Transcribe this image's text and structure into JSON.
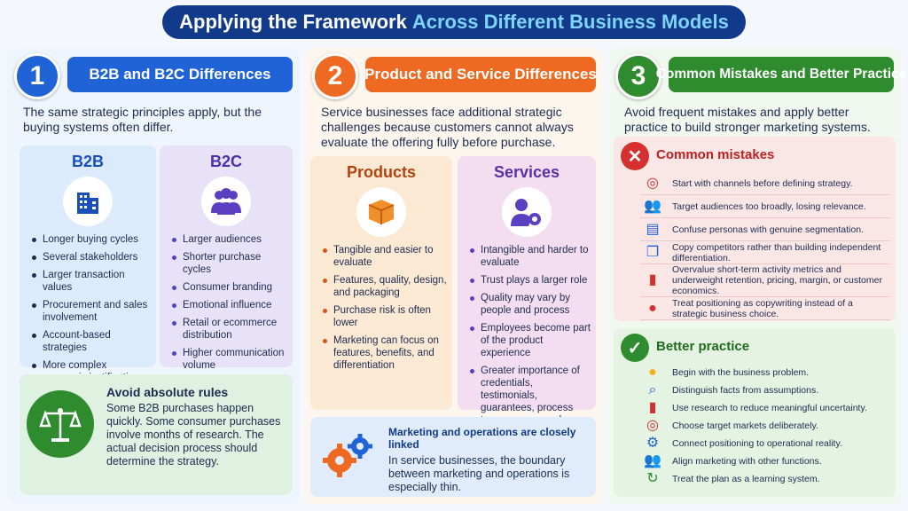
{
  "title": {
    "part1": "Applying the Framework",
    "part2": "Across Different Business Models"
  },
  "colors": {
    "navy": "#123a8a",
    "blue": "#1f63d6",
    "orange": "#ee6a22",
    "green": "#2e8b2e",
    "red": "#d62f2f"
  },
  "section1": {
    "number": "1",
    "header": "B2B and B2C Differences",
    "intro": "The same strategic principles apply, but the buying systems often differ.",
    "b2b": {
      "title": "B2B",
      "icon": "office-building-icon",
      "items": [
        "Longer buying cycles",
        "Several stakeholders",
        "Larger transaction values",
        "Procurement and sales involvement",
        "Account-based strategies",
        "More complex economic justification"
      ]
    },
    "b2c": {
      "title": "B2C",
      "icon": "people-group-icon",
      "items": [
        "Larger audiences",
        "Shorter purchase cycles",
        "Consumer branding",
        "Emotional influence",
        "Retail or ecommerce distribution",
        "Higher communication volume"
      ]
    },
    "callout": {
      "icon": "scales-icon",
      "title": "Avoid absolute rules",
      "text": "Some B2B purchases happen quickly. Some consumer purchases involve months of research. The actual decision process should determine the strategy."
    }
  },
  "section2": {
    "number": "2",
    "header": "Product and Service Differences",
    "intro": "Service businesses face additional strategic challenges because customers cannot always evaluate the offering fully before purchase.",
    "products": {
      "title": "Products",
      "icon": "box-icon",
      "items": [
        "Tangible and easier to evaluate",
        "Features, quality, design, and packaging",
        "Purchase risk is often lower",
        "Marketing can focus on features, benefits, and differentiation"
      ]
    },
    "services": {
      "title": "Services",
      "icon": "person-gear-icon",
      "items": [
        "Intangible and harder to evaluate",
        "Trust plays a larger role",
        "Quality may vary by people and process",
        "Employees become part of the product experience",
        "Greater importance of credentials, testimonials, guarantees, process transparency, and physical evidence"
      ]
    },
    "callout": {
      "icon": "gears-icon",
      "title": "Marketing and operations are closely linked",
      "text": "In service businesses, the boundary between marketing and operations is especially thin."
    }
  },
  "section3": {
    "number": "3",
    "header": "Common Mistakes and Better Practice",
    "intro": "Avoid frequent mistakes and apply better practice to build stronger marketing systems.",
    "mistakes": {
      "title": "Common mistakes",
      "icon": "x-circle-icon",
      "items": [
        {
          "icon": "target-icon",
          "text": "Start with channels before defining strategy."
        },
        {
          "icon": "people-icon",
          "text": "Target audiences too broadly, losing relevance."
        },
        {
          "icon": "id-card-icon",
          "text": "Confuse personas with genuine segmentation."
        },
        {
          "icon": "copy-icon",
          "text": "Copy competitors rather than building independent differentiation."
        },
        {
          "icon": "bar-chart-icon",
          "text": "Overvalue short-term activity metrics and underweight retention, pricing, margin, or customer economics."
        },
        {
          "icon": "speech-bubble-icon",
          "text": "Treat positioning as copywriting instead of a strategic business choice."
        }
      ]
    },
    "better": {
      "title": "Better practice",
      "icon": "check-circle-icon",
      "items": [
        {
          "icon": "lightbulb-icon",
          "text": "Begin with the business problem."
        },
        {
          "icon": "magnifier-icon",
          "text": "Distinguish facts from assumptions."
        },
        {
          "icon": "bar-chart-icon",
          "text": "Use research to reduce meaningful uncertainty."
        },
        {
          "icon": "target-icon",
          "text": "Choose target markets deliberately."
        },
        {
          "icon": "gear-icon",
          "text": "Connect positioning to operational reality."
        },
        {
          "icon": "people-icon",
          "text": "Align marketing with other functions."
        },
        {
          "icon": "cycle-arrows-icon",
          "text": "Treat the plan as a learning system."
        }
      ]
    }
  }
}
